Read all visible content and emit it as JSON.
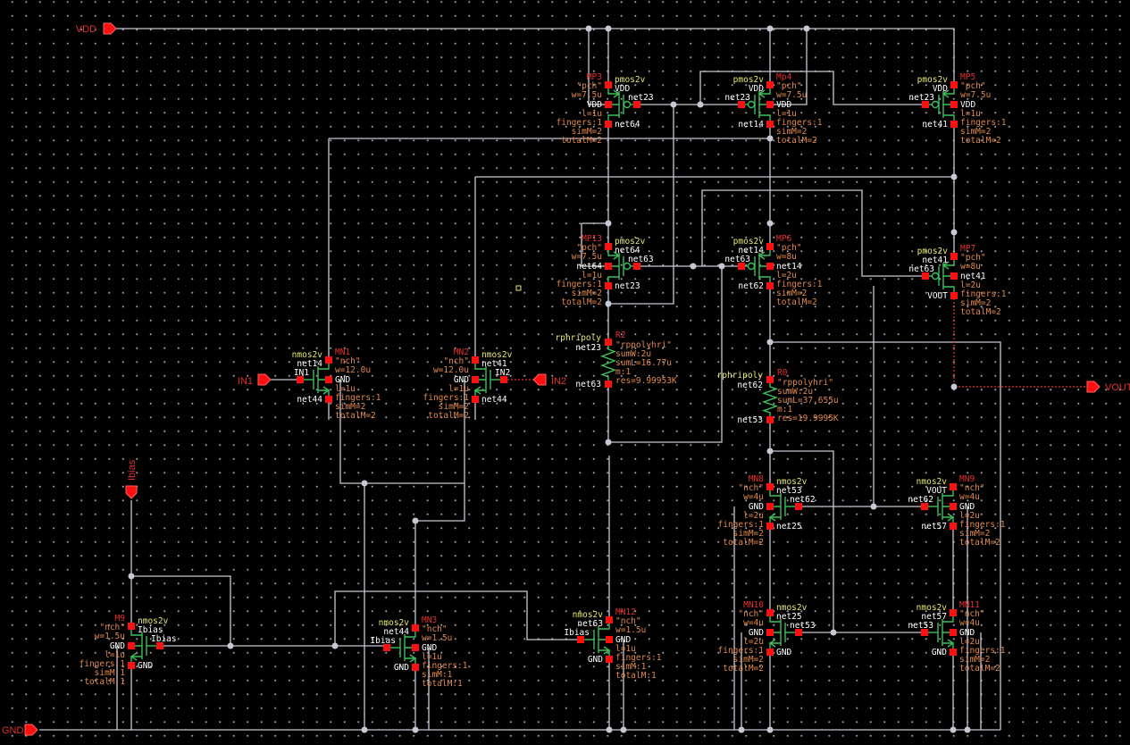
{
  "ports": {
    "vdd": "VDD",
    "gnd": "GND",
    "in1": "IN1",
    "in2": "IN2",
    "vout": "VOUT",
    "ibias": "Ibias"
  },
  "colors": {
    "background": "#000000",
    "wire": "#c8c8d4",
    "device": "#3cbf5a",
    "pin": "#ff1010",
    "instance_name": "#e03030",
    "parameter": "#e0884c",
    "model": "#e8e870",
    "net_label": "#ffffff"
  },
  "devices": [
    {
      "name": "MP3",
      "model": "pmos2v",
      "cell": "\"pch\"",
      "w": "w=7.5u",
      "l": "l=1u",
      "fingers": "fingers:1",
      "simM": "simM=2",
      "totalM": "totalM=2",
      "top": "VDD",
      "gate": "net23",
      "bulk": "VDD",
      "bottom": "net64"
    },
    {
      "name": "Mp4",
      "model": "pmos2v",
      "cell": "\"pch\"",
      "w": "w=7.5u",
      "l": "l=1u",
      "fingers": "fingers:1",
      "simM": "simM=2",
      "totalM": "totalM=2",
      "top": "VDD",
      "gate": "net23",
      "bulk": "VDD",
      "bottom": "net14"
    },
    {
      "name": "MP5",
      "model": "pmos2v",
      "cell": "\"pch\"",
      "w": "w=7.5u",
      "l": "l=1u",
      "fingers": "fingers:1",
      "simM": "simM=2",
      "totalM": "totalM=2",
      "top": "VDD",
      "gate": "net23",
      "bulk": "VDD",
      "bottom": "net41"
    },
    {
      "name": "MP13",
      "model": "pmos2v",
      "cell": "\"pch\"",
      "w": "w=7.5u",
      "l": "l=1u",
      "fingers": "fingers:1",
      "simM": "simM=2",
      "totalM": "totalM=2",
      "top": "net64",
      "gate": "net63",
      "bulk": "net64",
      "bottom": "net23"
    },
    {
      "name": "MP6",
      "model": "pmos2v",
      "cell": "\"pch\"",
      "w": "w=8u",
      "l": "l=2u",
      "fingers": "fingers:1",
      "simM": "simM=2",
      "totalM": "totalM=2",
      "top": "net14",
      "gate": "net63",
      "bulk": "net14",
      "bottom": "net62"
    },
    {
      "name": "MP7",
      "model": "pmos2v",
      "cell": "\"pch\"",
      "w": "w=8u",
      "l": "l=2u",
      "fingers": "fingers:1",
      "simM": "simM=2",
      "totalM": "totalM=2",
      "top": "net41",
      "gate": "net63",
      "bulk": "net41",
      "bottom": "VOUT"
    },
    {
      "name": "MN1",
      "model": "nmos2v",
      "cell": "\"nch\"",
      "w": "w=12.0u",
      "l": "l=1u",
      "fingers": "fingers:1",
      "simM": "simM=2",
      "totalM": "totalM=2",
      "top": "net14",
      "gate": "IN1",
      "bulk": "GND",
      "bottom": "net44"
    },
    {
      "name": "MN2",
      "model": "nmos2v",
      "cell": "\"nch\"",
      "w": "w=12.0u",
      "l": "l=1u",
      "fingers": "fingers:1",
      "simM": "simM=2",
      "totalM": "totalM=2",
      "top": "net41",
      "gate": "IN2",
      "bulk": "GND",
      "bottom": "net44"
    },
    {
      "name": "M9",
      "model": "nmos2v",
      "cell": "\"nch\"",
      "w": "w=1.5u",
      "l": "l=1u",
      "fingers": "fingers:1",
      "simM": "simM:1",
      "totalM": "totalM:1",
      "top": "Ibias",
      "gate": "Ibias",
      "bulk": "GND",
      "bottom": "GND"
    },
    {
      "name": "MN3",
      "model": "nmos2v",
      "cell": "\"nch\"",
      "w": "w=1.5u",
      "l": "l=1u",
      "fingers": "fingers:1",
      "simM": "simM:1",
      "totalM": "totalM:1",
      "top": "net44",
      "gate": "Ibias",
      "bulk": "GND",
      "bottom": "GND"
    },
    {
      "name": "MN12",
      "model": "nmos2v",
      "cell": "\"nch\"",
      "w": "w=1.5u",
      "l": "l=1u",
      "fingers": "fingers:1",
      "simM": "simM:1",
      "totalM": "totalM:1",
      "top": "net63",
      "gate": "Ibias",
      "bulk": "GND",
      "bottom": "GND"
    },
    {
      "name": "MN8",
      "model": "nmos2v",
      "cell": "\"nch\"",
      "w": "w=4u",
      "l": "l=2u",
      "fingers": "fingers:1",
      "simM": "simM=2",
      "totalM": "totalM=2",
      "top": "net53",
      "gate": "net62",
      "bulk": "GND",
      "bottom": "net25"
    },
    {
      "name": "MN9",
      "model": "nmos2v",
      "cell": "\"nch\"",
      "w": "w=4u",
      "l": "l=2u",
      "fingers": "fingers:1",
      "simM": "simM=2",
      "totalM": "totalM=2",
      "top": "VOUT",
      "gate": "net62",
      "bulk": "GND",
      "bottom": "net57"
    },
    {
      "name": "MN10",
      "model": "nmos2v",
      "cell": "\"nch\"",
      "w": "w=4u",
      "l": "l=2u",
      "fingers": "fingers:1",
      "simM": "simM=2",
      "totalM": "totalM=2",
      "top": "net25",
      "gate": "net53",
      "bulk": "GND",
      "bottom": "GND"
    },
    {
      "name": "MN11",
      "model": "nmos2v",
      "cell": "\"nch\"",
      "w": "w=4u",
      "l": "l=2u",
      "fingers": "fingers:1",
      "simM": "simM=2",
      "totalM": "totalM=2",
      "top": "net57",
      "gate": "net53",
      "bulk": "GND",
      "bottom": "GND"
    }
  ],
  "resistors": [
    {
      "name": "R2",
      "model": "rphripoly",
      "cell": "\"rppolyhri\"",
      "sumW": "sumW:2u",
      "sumL": "sumL=16.77u",
      "m": "m:1",
      "res": "res=9.99953K",
      "top": "net23",
      "bottom": "net63"
    },
    {
      "name": "R0",
      "model": "rphripoly",
      "cell": "\"rppolyhri\"",
      "sumW": "sumW:2u",
      "sumL": "sumL=37.655u",
      "m": "m:1",
      "res": "res=19.9995K",
      "top": "net62",
      "bottom": "net53"
    }
  ]
}
